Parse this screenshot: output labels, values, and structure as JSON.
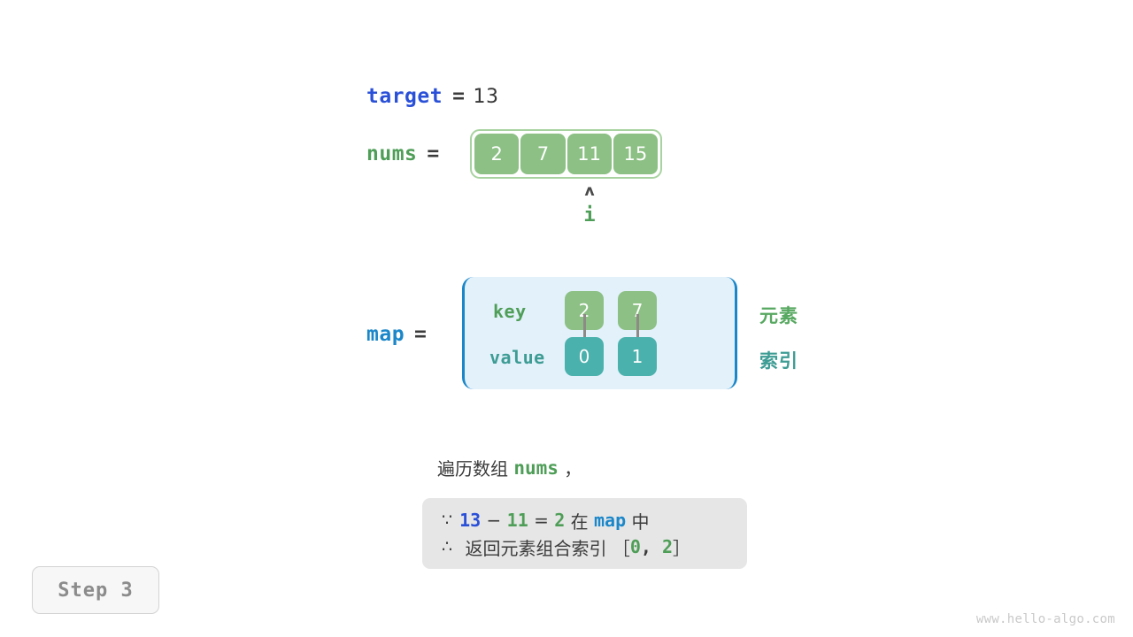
{
  "target": {
    "name": "target",
    "equals": "=",
    "value": "13"
  },
  "nums": {
    "name": "nums",
    "equals": "=",
    "cells": [
      "2",
      "7",
      "11",
      "15"
    ],
    "pointer": {
      "caret": "ʌ",
      "label": "i",
      "index": 2
    }
  },
  "map": {
    "name": "map",
    "equals": "=",
    "row_labels": {
      "key": "key",
      "value": "value"
    },
    "keys": [
      "2",
      "7"
    ],
    "values": [
      "0",
      "1"
    ],
    "side_notes": {
      "element": "元素",
      "index": "索引"
    }
  },
  "caption": {
    "prefix": "遍历数组 ",
    "mono": "nums",
    "suffix": " ，"
  },
  "conclusion": {
    "line1": {
      "sym": "∵",
      "a": "13",
      "minus": " − ",
      "b": "11",
      "eq": " = ",
      "c": "2",
      "in": " 在 ",
      "map": "map",
      "tail": " 中"
    },
    "line2": {
      "sym": "∴",
      "text": " 返回元素组合索引 ［",
      "i0": "0",
      "comma": ", ",
      "i1": "2",
      "close": "］"
    }
  },
  "step_badge": {
    "label": "Step 3"
  },
  "watermark": {
    "text": "www.hello-algo.com"
  },
  "colors": {
    "var_blue": "#2a50d8",
    "var_green": "#4f9e58",
    "var_light_blue": "#1b87c9",
    "array_cell": "#8cc084",
    "array_border": "#a8d3a0",
    "map_fill": "#e3f1fb",
    "map_bracket": "#1b87c9",
    "value_cell": "#4bb1ac",
    "arrow": "#8e8a86",
    "box_gray": "#e6e6e6",
    "badge_text": "#8c8c8c",
    "watermark": "#c9c9c9"
  }
}
